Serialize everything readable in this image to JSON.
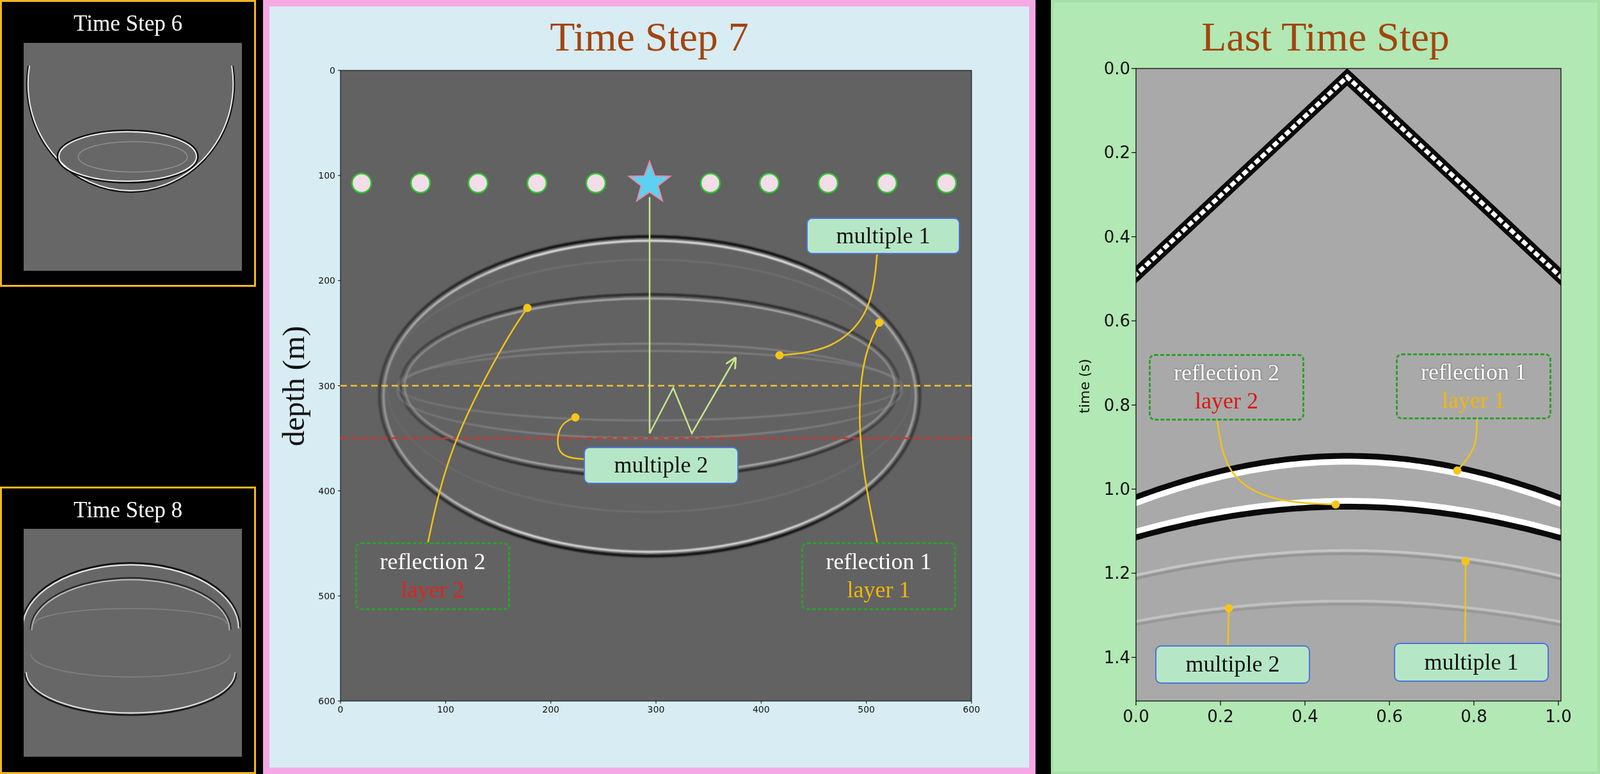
{
  "diagram": {
    "nodes": [
      {
        "text": [
          "Time Step 6"
        ]
      },
      {
        "text": [
          "Time Step 8"
        ]
      },
      {
        "text": [
          "Time Step 7"
        ]
      },
      {
        "text": [
          "multiple 1"
        ],
        "in": 2
      },
      {
        "text": [
          "multiple 2"
        ],
        "in": 2
      },
      {
        "text": [
          "reflection 2",
          "layer 2"
        ],
        "in": 2
      },
      {
        "text": [
          "reflection 1",
          "layer 1"
        ],
        "in": 2
      },
      {
        "text": [
          "Last Time Step"
        ]
      },
      {
        "text": [
          "reflection 2",
          "layer 2"
        ],
        "in": 7
      },
      {
        "text": [
          "reflection 1",
          "layer 1"
        ],
        "in": 7
      },
      {
        "text": [
          "multiple 2"
        ],
        "in": 7
      },
      {
        "text": [
          "multiple 1"
        ],
        "in": 7
      }
    ],
    "labels": [
      "depth (m)",
      "0",
      "100",
      "200",
      "300",
      "400",
      "500",
      "600",
      "0",
      "100",
      "200",
      "300",
      "400",
      "500",
      "600",
      "time (s)",
      "0.0",
      "0.2",
      "0.4",
      "0.6",
      "0.8",
      "1.0",
      "1.2",
      "1.4",
      "0.0",
      "0.2",
      "0.4",
      "0.6",
      "0.8",
      "1.0"
    ]
  }
}
